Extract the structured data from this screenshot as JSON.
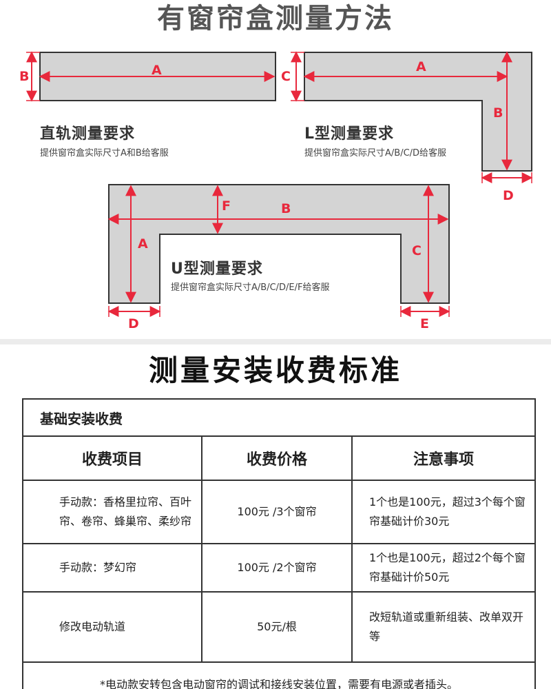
{
  "header": {
    "title": "有窗帘盒测量方法"
  },
  "diagrams": {
    "straight": {
      "labels": {
        "a": "A",
        "b": "B"
      },
      "title": "直轨测量要求",
      "subtitle": "提供窗帘盒实际尺寸A和B给客服"
    },
    "l_shape": {
      "labels": {
        "a": "A",
        "b": "B",
        "c": "C",
        "d": "D"
      },
      "title": "L型测量要求",
      "subtitle": "提供窗帘盒实际尺寸A/B/C/D给客服"
    },
    "u_shape": {
      "labels": {
        "a": "A",
        "b": "B",
        "c": "C",
        "d": "D",
        "e": "E",
        "f": "F"
      },
      "title": "U型测量要求",
      "subtitle": "提供窗帘盒实际尺寸A/B/C/D/E/F给客服"
    }
  },
  "fees": {
    "title": "测量安装收费标准",
    "section": "基础安装收费",
    "columns": [
      "收费项目",
      "收费价格",
      "注意事项"
    ],
    "rows": [
      {
        "item": "手动款：香格里拉帘、百叶帘、卷帘、蜂巢帘、柔纱帘",
        "price": "100元 /3个窗帘",
        "note": "1个也是100元，超过3个每个窗帘基础计价30元"
      },
      {
        "item": "手动款：梦幻帘",
        "price": "100元 /2个窗帘",
        "note": "1个也是100元，超过2个每个窗帘基础计价50元"
      },
      {
        "item": "修改电动轨道",
        "price": "50元/根",
        "note": "改短轨道或重新组装、改单双开等"
      }
    ],
    "footnote": "*电动款安转包含电动窗帘的调试和接线安装位置，需要有电源或者插头。"
  },
  "colors": {
    "box_fill": "#d4d4d4",
    "box_stroke": "#333333",
    "dimension": "#e8283c",
    "title_gray": "#555555"
  }
}
